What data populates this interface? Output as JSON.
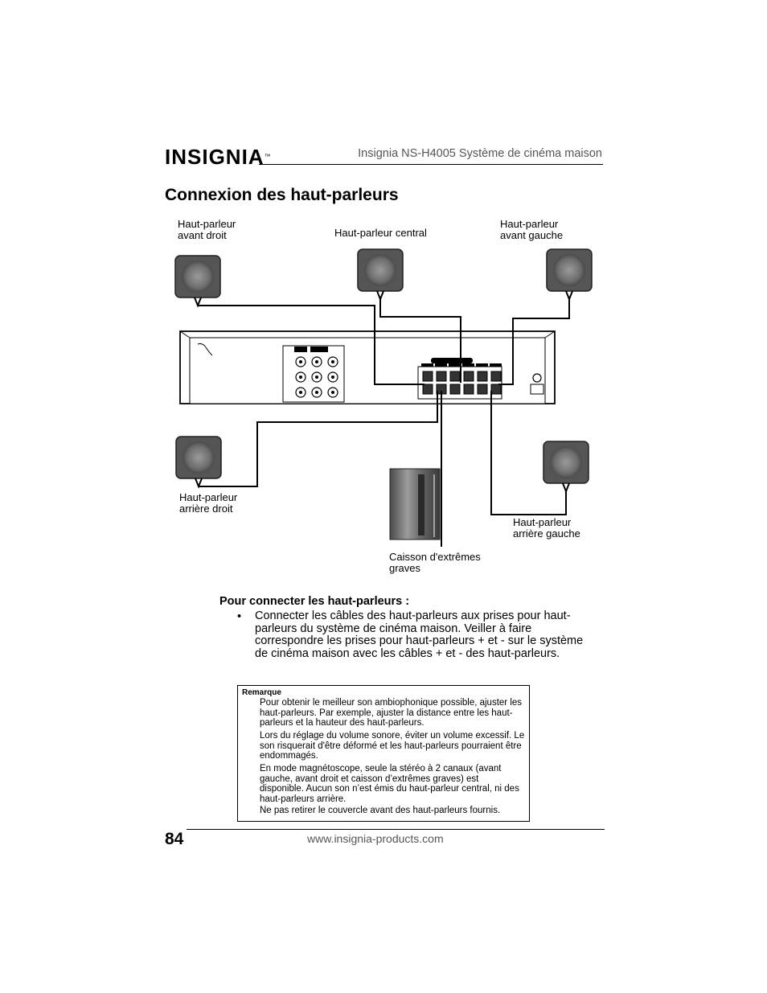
{
  "header": {
    "logo": "INSIGNIA",
    "logo_tm": "™",
    "title": "Insignia NS-H4005 Système de cinéma maison"
  },
  "page_title": "Connexion des haut-parleurs",
  "diagram": {
    "speaker_front_right": [
      "Haut-parleur",
      "avant droit"
    ],
    "speaker_center": "Haut-parleur central",
    "speaker_front_left": [
      "Haut-parleur",
      "avant gauche"
    ],
    "speaker_rear_right": [
      "Haut-parleur",
      "arrière droit"
    ],
    "speaker_rear_left": [
      "Haut-parleur",
      "arrière gauche"
    ],
    "subwoofer": [
      "Caisson d'extrêmes",
      "graves"
    ]
  },
  "instructions": {
    "heading": "Pour connecter les haut-parleurs :",
    "bullet_symbol": "•",
    "bullet_text": "Connecter les câbles des haut-parleurs aux prises pour haut-parleurs du système de cinéma maison. Veiller à faire correspondre les prises pour haut-parleurs + et - sur le système de cinéma maison avec les câbles + et - des haut-parleurs."
  },
  "note": {
    "title": "Remarque",
    "items": [
      "Pour obtenir le meilleur son ambiophonique possible, ajuster les haut-parleurs. Par exemple, ajuster la distance entre les haut-parleurs et la hauteur des haut-parleurs.",
      "Lors du réglage du volume sonore, éviter un volume excessif. Le son risquerait d'être déformé et les haut-parleurs pourraient être endommagés.",
      "En mode magnétoscope, seule la stéréo à 2 canaux (avant gauche, avant droit et caisson d’extrêmes graves) est disponible. Aucun son n’est émis du haut-parleur central, ni des haut-parleurs arrière.",
      "Ne pas retirer le couvercle avant des haut-parleurs fournis."
    ]
  },
  "footer": {
    "page_number": "84",
    "url": "www.insignia-products.com"
  }
}
